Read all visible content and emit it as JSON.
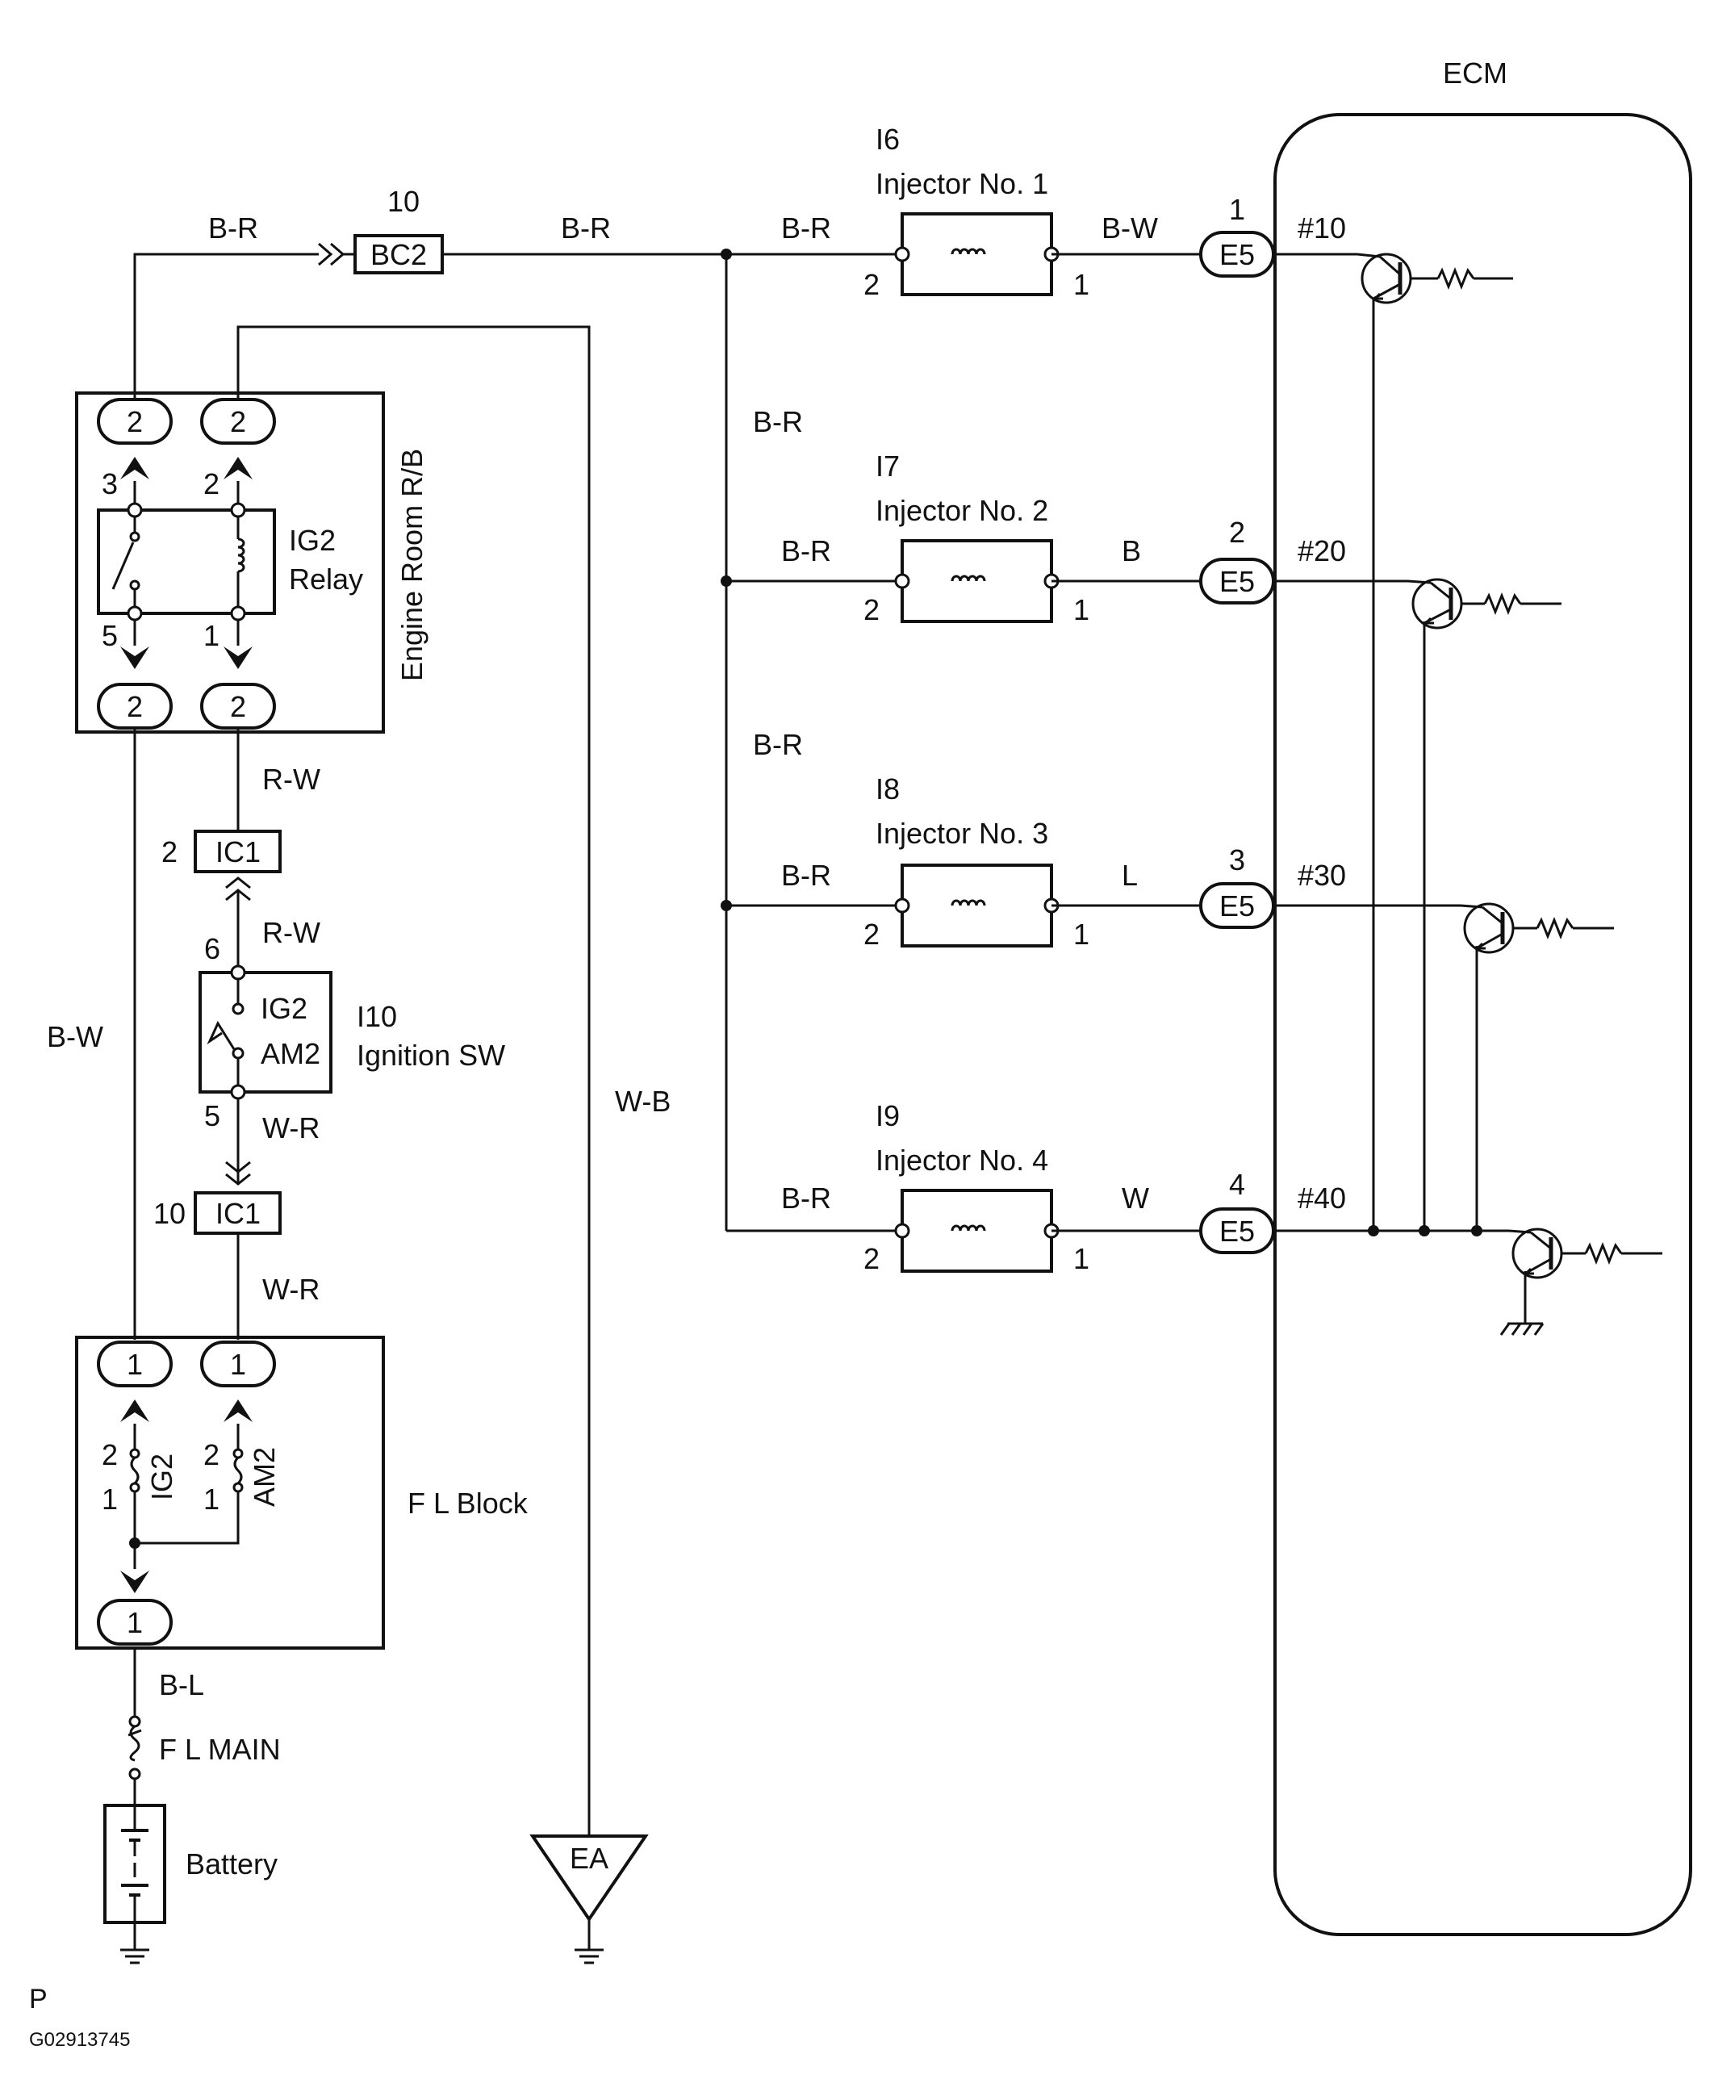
{
  "ecm": {
    "title": "ECM",
    "connector": "E5"
  },
  "injectors": [
    {
      "ref": "I6",
      "name": "Injector No. 1",
      "in_wire": "B-R",
      "out_wire": "B-W",
      "in_pin": "2",
      "out_pin": "1",
      "ecm_pin": "1",
      "ecm_terminal": "#10"
    },
    {
      "ref": "I7",
      "name": "Injector No. 2",
      "in_wire": "B-R",
      "out_wire": "B",
      "in_pin": "2",
      "out_pin": "1",
      "ecm_pin": "2",
      "ecm_terminal": "#20"
    },
    {
      "ref": "I8",
      "name": "Injector No. 3",
      "in_wire": "B-R",
      "out_wire": "L",
      "in_pin": "2",
      "out_pin": "1",
      "ecm_pin": "3",
      "ecm_terminal": "#30"
    },
    {
      "ref": "I9",
      "name": "Injector No. 4",
      "in_wire": "B-R",
      "out_wire": "W",
      "in_pin": "2",
      "out_pin": "1",
      "ecm_pin": "4",
      "ecm_terminal": "#40"
    }
  ],
  "bus": {
    "branch_label": "B-R"
  },
  "bc2": {
    "name": "BC2",
    "pin": "10",
    "left_wire": "B-R",
    "right_wire": "B-R"
  },
  "relay_box": {
    "name": "Engine Room R/B",
    "relay_name_1": "IG2",
    "relay_name_2": "Relay",
    "conn": "2",
    "pin_tl": "3",
    "pin_tr": "2",
    "pin_bl": "5",
    "pin_br": "1"
  },
  "ic1": {
    "name": "IC1",
    "pin_top": "2",
    "pin_bottom": "10"
  },
  "ignition": {
    "ref": "I10",
    "name": "Ignition SW",
    "pos_ig2": "IG2",
    "pos_am2": "AM2",
    "pin_top": "6",
    "pin_bottom": "5"
  },
  "wires": {
    "rw_upper": "R-W",
    "rw_lower": "R-W",
    "wr_upper": "W-R",
    "wr_lower": "W-R",
    "bw_left": "B-W",
    "wb_ground": "W-B",
    "bl": "B-L"
  },
  "fl_block": {
    "name": "F L Block",
    "fuse_ig2": "IG2",
    "fuse_am2": "AM2",
    "conn": "1",
    "pin_2": "2",
    "pin_1": "1"
  },
  "fl_main": "F L MAIN",
  "battery": "Battery",
  "ground": "EA",
  "footer": {
    "code": "P",
    "figure_id": "G02913745"
  }
}
